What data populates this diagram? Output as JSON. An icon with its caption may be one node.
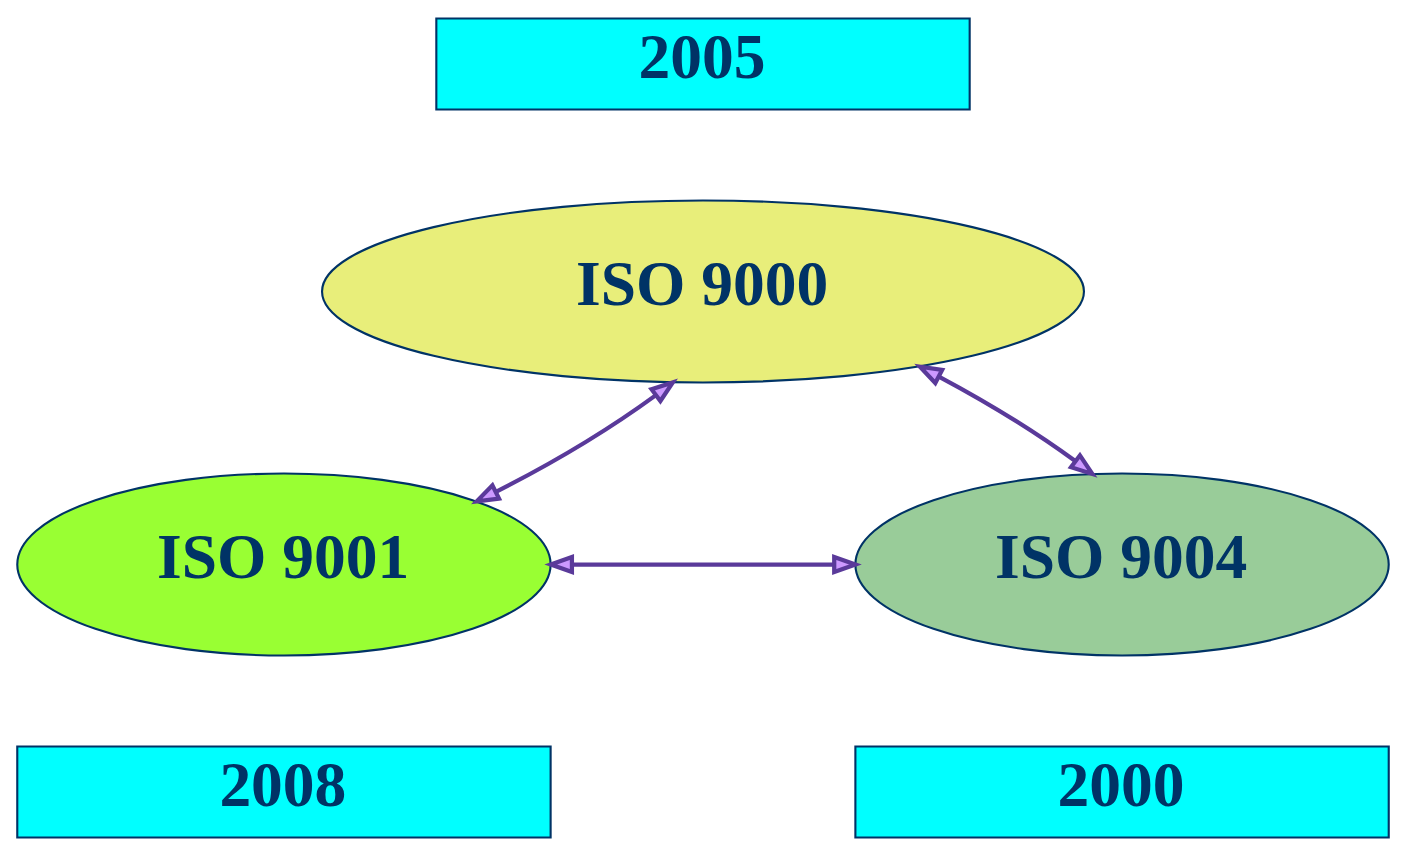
{
  "diagram": {
    "nodes": [
      {
        "text": [
          "2005"
        ]
      },
      {
        "text": [
          "ISO 9000"
        ]
      },
      {
        "text": [
          "ISO 9001"
        ]
      },
      {
        "text": [
          "ISO 9004"
        ]
      },
      {
        "text": [
          "2008"
        ]
      },
      {
        "text": [
          "2000"
        ]
      }
    ],
    "edges": [
      {
        "from": 1,
        "to": 2,
        "arrow": "both"
      },
      {
        "from": 1,
        "to": 3,
        "arrow": "both"
      },
      {
        "from": 2,
        "to": 3,
        "arrow": "both"
      }
    ]
  }
}
